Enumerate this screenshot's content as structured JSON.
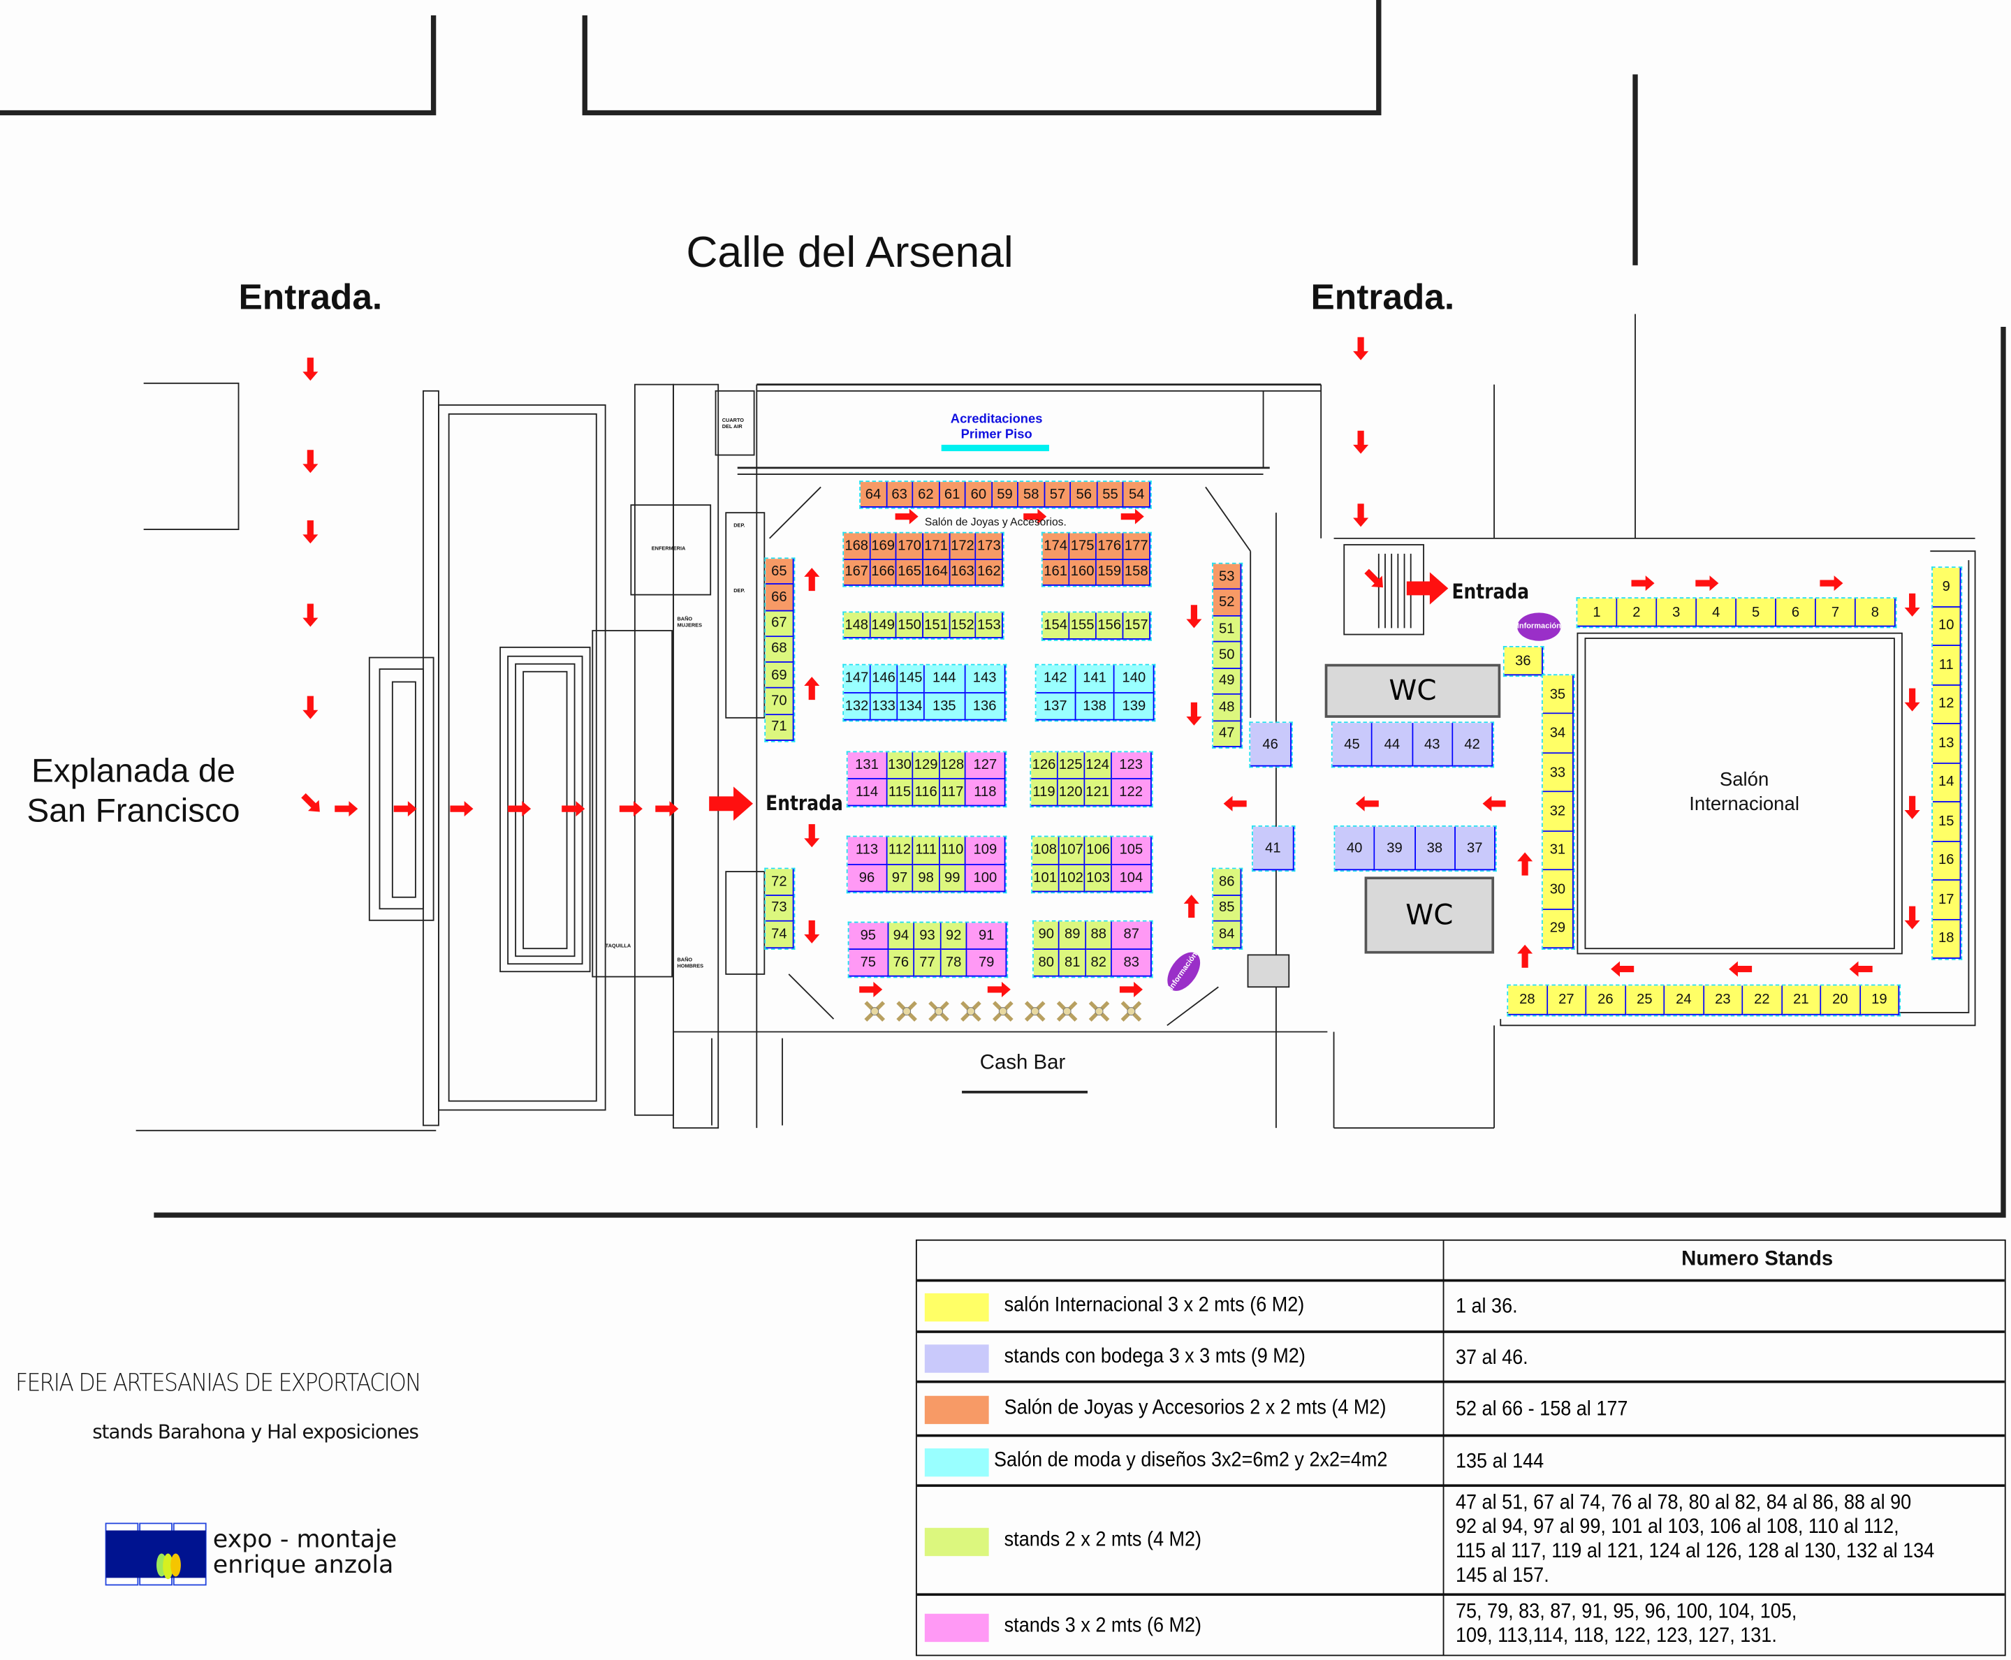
{
  "header": {
    "street": "Calle del Arsenal",
    "entrada_left": "Entrada.",
    "entrada_right": "Entrada.",
    "explanada_line1": "Explanada de",
    "explanada_line2": "San Francisco"
  },
  "labels": {
    "entrada_main": "Entrada",
    "entrada_stairs": "Entrada",
    "acreditaciones_line1": "Acreditaciones",
    "acreditaciones_line2": "Primer Piso",
    "salon_joyas": "Salón de Joyas y Accesorios.",
    "cash_bar": "Cash Bar",
    "salon_int_line1": "Salón",
    "salon_int_line2": "Internacional",
    "wc_upper": "WC",
    "wc_lower": "WC",
    "informacion": "Información",
    "rooms": [
      "CUARTO DEL AIR",
      "ENFERMERIA",
      "DEP.",
      "DEP.",
      "BAÑO MUJERES",
      "BAÑO HOMBRES",
      "TAQUILLA"
    ]
  },
  "colors": {
    "y": "#ffff66",
    "l": "#c9c9fb",
    "o": "#f79a66",
    "c": "#99ffff",
    "g": "#dcf77e",
    "p": "#ff99f5",
    "arrow": "#ff1010",
    "divider": "#0000ff"
  },
  "stands": {
    "groups": [
      {
        "id": "top",
        "rows": [
          [
            "64",
            "63",
            "62",
            "61",
            "60",
            "59",
            "58",
            "57",
            "56",
            "55",
            "54"
          ]
        ],
        "cats": [
          "ooooooooooo"
        ]
      },
      {
        "id": "j1",
        "rows": [
          [
            "168",
            "169",
            "170",
            "171",
            "172",
            "173"
          ],
          [
            "167",
            "166",
            "165",
            "164",
            "163",
            "162"
          ]
        ],
        "cats": [
          "oooooo",
          "oooooo"
        ]
      },
      {
        "id": "j2",
        "rows": [
          [
            "174",
            "175",
            "176",
            "177"
          ],
          [
            "161",
            "160",
            "159",
            "158"
          ]
        ],
        "cats": [
          "oooo",
          "oooo"
        ]
      },
      {
        "id": "g1",
        "rows": [
          [
            "148",
            "149",
            "150",
            "151",
            "152",
            "153"
          ]
        ],
        "cats": [
          "gggggg"
        ]
      },
      {
        "id": "g2",
        "rows": [
          [
            "154",
            "155",
            "156",
            "157"
          ]
        ],
        "cats": [
          "gggg"
        ]
      },
      {
        "id": "m1",
        "rows": [
          [
            "147",
            "146",
            "145",
            "144",
            "143"
          ],
          [
            "132",
            "133",
            "134",
            "135",
            "136"
          ]
        ],
        "cats": [
          "ccccc",
          "ccccc"
        ]
      },
      {
        "id": "m2",
        "rows": [
          [
            "142",
            "141",
            "140"
          ],
          [
            "137",
            "138",
            "139"
          ]
        ],
        "cats": [
          "ccc",
          "ccc"
        ]
      },
      {
        "id": "a1",
        "rows": [
          [
            "131",
            "130",
            "129",
            "128",
            "127"
          ],
          [
            "114",
            "115",
            "116",
            "117",
            "118"
          ]
        ],
        "cats": [
          "pgggp",
          "pgggp"
        ]
      },
      {
        "id": "a2",
        "rows": [
          [
            "126",
            "125",
            "124",
            "123"
          ],
          [
            "119",
            "120",
            "121",
            "122"
          ]
        ],
        "cats": [
          "gggp",
          "gggp"
        ]
      },
      {
        "id": "b1",
        "rows": [
          [
            "113",
            "112",
            "111",
            "110",
            "109"
          ],
          [
            "96",
            "97",
            "98",
            "99",
            "100"
          ]
        ],
        "cats": [
          "pgggp",
          "pgggp"
        ]
      },
      {
        "id": "b2",
        "rows": [
          [
            "108",
            "107",
            "106",
            "105"
          ],
          [
            "101",
            "102",
            "103",
            "104"
          ]
        ],
        "cats": [
          "gggp",
          "gggp"
        ]
      },
      {
        "id": "c1",
        "rows": [
          [
            "95",
            "94",
            "93",
            "92",
            "91"
          ],
          [
            "75",
            "76",
            "77",
            "78",
            "79"
          ]
        ],
        "cats": [
          "pgggp",
          "pgggp"
        ]
      },
      {
        "id": "c2",
        "rows": [
          [
            "90",
            "89",
            "88",
            "87"
          ],
          [
            "80",
            "81",
            "82",
            "83"
          ]
        ],
        "cats": [
          "gggp",
          "gggp"
        ]
      },
      {
        "id": "l1",
        "rows": [
          [
            "65",
            "66",
            "67",
            "68",
            "69",
            "70",
            "71"
          ]
        ],
        "cats": [
          "ooggggg"
        ]
      },
      {
        "id": "l2",
        "rows": [
          [
            "72",
            "73",
            "74"
          ]
        ],
        "cats": [
          "ggg"
        ]
      },
      {
        "id": "r1",
        "rows": [
          [
            "53",
            "52",
            "51",
            "50",
            "49",
            "48",
            "47"
          ]
        ],
        "cats": [
          "ooggggg"
        ]
      },
      {
        "id": "r2",
        "rows": [
          [
            "86",
            "85",
            "84"
          ]
        ],
        "cats": [
          "ggg"
        ]
      },
      {
        "id": "v1",
        "rows": [
          [
            "46"
          ]
        ],
        "cats": [
          "l"
        ]
      },
      {
        "id": "v2",
        "rows": [
          [
            "45",
            "44",
            "43",
            "42"
          ]
        ],
        "cats": [
          "llll"
        ]
      },
      {
        "id": "v3",
        "rows": [
          [
            "41"
          ]
        ],
        "cats": [
          "l"
        ]
      },
      {
        "id": "v4",
        "rows": [
          [
            "40",
            "39",
            "38",
            "37"
          ]
        ],
        "cats": [
          "llll"
        ]
      },
      {
        "id": "i36",
        "rows": [
          [
            "36"
          ]
        ],
        "cats": [
          "y"
        ]
      },
      {
        "id": "i35",
        "rows": [
          [
            "35",
            "34",
            "33",
            "32",
            "31",
            "30",
            "29"
          ]
        ],
        "cats": [
          "yyyyyyy"
        ]
      },
      {
        "id": "i1",
        "rows": [
          [
            "1",
            "2",
            "3",
            "4",
            "5",
            "6",
            "7",
            "8"
          ]
        ],
        "cats": [
          "yyyyyyyy"
        ]
      },
      {
        "id": "i9",
        "rows": [
          [
            "9",
            "10",
            "11",
            "12",
            "13",
            "14",
            "15",
            "16",
            "17",
            "18"
          ]
        ],
        "cats": [
          "yyyyyyyyyy"
        ]
      },
      {
        "id": "i28",
        "rows": [
          [
            "28",
            "27",
            "26",
            "25",
            "24",
            "23",
            "22",
            "21",
            "20",
            "19"
          ]
        ],
        "cats": [
          "yyyyyyyyyy"
        ]
      }
    ]
  },
  "legend": {
    "header": "Numero Stands",
    "items": [
      {
        "code": "y",
        "desc": "salón  Internacional  3 x 2 mts (6 M2)",
        "numbers": [
          "1 al 36."
        ]
      },
      {
        "code": "l",
        "desc": "stands con bodega 3 x 3 mts (9 M2)",
        "numbers": [
          "37 al 46."
        ]
      },
      {
        "code": "o",
        "desc": "Salón de Joyas y Accesorios 2 x 2 mts (4 M2)",
        "numbers": [
          "52 al 66 - 158 al 177"
        ]
      },
      {
        "code": "c",
        "desc": "Salón de moda y diseños 3x2=6m2 y 2x2=4m2",
        "numbers": [
          "135 al 144"
        ]
      },
      {
        "code": "g",
        "desc": "stands 2 x 2 mts (4 M2)",
        "numbers": [
          "47 al 51, 67 al 74, 76 al 78, 80 al 82, 84 al 86, 88 al 90",
          "92 al 94, 97 al 99, 101 al 103, 106 al 108, 110 al 112,",
          "115 al 117, 119 al 121, 124 al 126, 128 al 130, 132 al 134",
          "145 al 157."
        ]
      },
      {
        "code": "p",
        "desc": "stands 3 x 2 mts (6 M2)",
        "numbers": [
          "75, 79, 83, 87, 91, 95, 96, 100, 104, 105,",
          "109, 113,114, 118, 122, 123, 127, 131."
        ]
      }
    ]
  },
  "footer": {
    "event_title": "FERIA DE ARTESANIAS DE EXPORTACION",
    "organizer": "stands Barahona y Hal exposiciones",
    "logo_line1": "expo - montaje",
    "logo_line2": "enrique  anzola"
  }
}
